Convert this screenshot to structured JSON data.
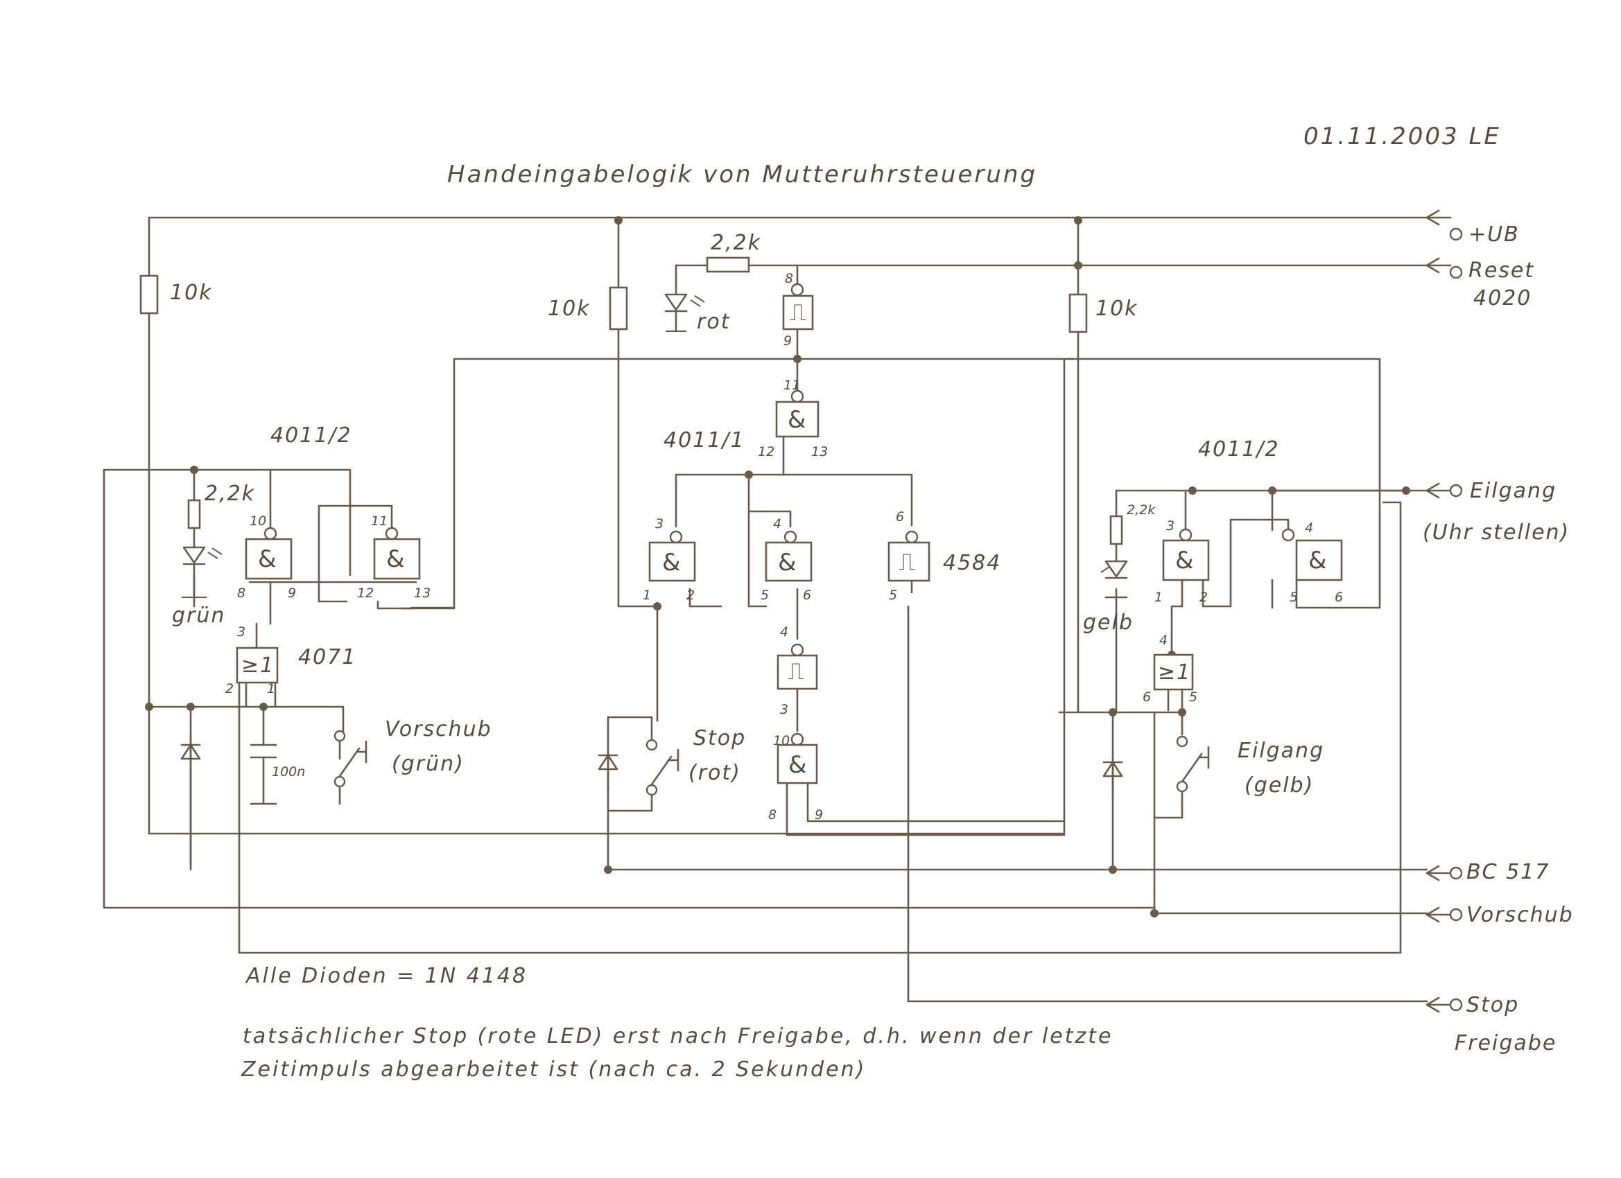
{
  "header": {
    "title": "Handeingabelogik von Mutteruhrsteuerung",
    "date_author": "01.11.2003 LE"
  },
  "terminals": {
    "ub": "+UB",
    "reset": "Reset",
    "reset_ic": "4020",
    "eilgang": "Eilgang",
    "eilgang_note": "(Uhr stellen)",
    "bc517": "BC 517",
    "vorschub": "Vorschub",
    "stop": "Stop",
    "stop_freigabe": "Freigabe"
  },
  "components": {
    "r_left": "10k",
    "r_mid": "10k",
    "r_right": "10k",
    "r_led_red": "2,2k",
    "r_led_green": "2,2k",
    "r_led_yellow": "2,2k",
    "led_red": "rot",
    "led_green": "grün",
    "led_yellow": "gelb",
    "cap": "100n",
    "ic_4011_left": "4011/2",
    "ic_4011_mid": "4011/1",
    "ic_4011_right": "4011/2",
    "ic_4071": "4071",
    "ic_4584": "4584",
    "sw_vorschub": "Vorschub",
    "sw_vorschub_color": "(grün)",
    "sw_stop": "Stop",
    "sw_stop_color": "(rot)",
    "sw_eilgang": "Eilgang",
    "sw_eilgang_color": "(gelb)"
  },
  "gate_symbols": {
    "nand": "&",
    "or": "≥1",
    "schmitt": "⎍"
  },
  "pins": {
    "p8": "8",
    "p9": "9",
    "p11": "11",
    "p12": "12",
    "p13": "13",
    "p10": "10",
    "p3": "3",
    "p1": "1",
    "p2": "2",
    "p4": "4",
    "p5": "5",
    "p6": "6"
  },
  "notes": {
    "diodes": "Alle Dioden = 1N 4148",
    "line1": "tatsächlicher Stop (rote LED) erst nach Freigabe, d.h. wenn der letzte",
    "line2": "Zeitimpuls abgearbeitet ist (nach ca. 2 Sekunden)"
  }
}
